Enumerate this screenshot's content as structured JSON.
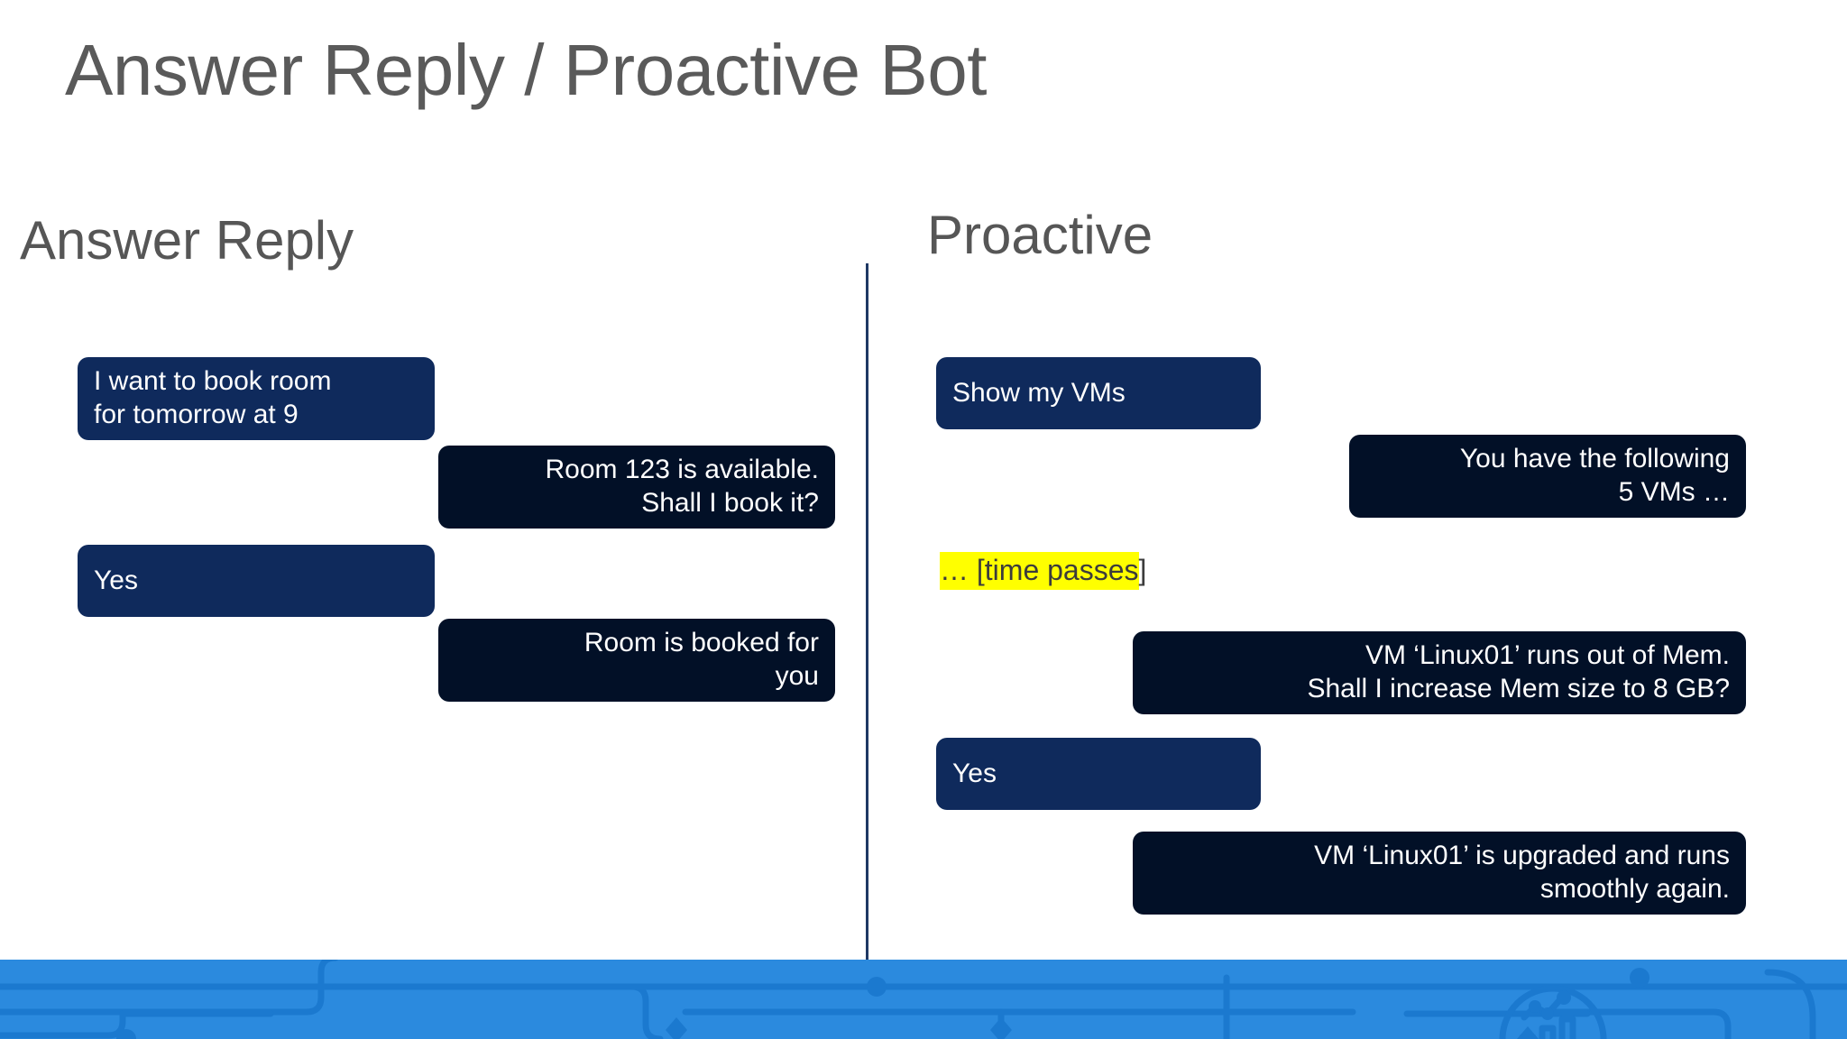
{
  "slide": {
    "title": "Answer Reply / Proactive Bot",
    "background_color": "#ffffff"
  },
  "columns": {
    "left": {
      "heading": "Answer Reply",
      "messages": [
        {
          "role": "user",
          "lines": [
            "I want to book room",
            "for tomorrow at 9"
          ]
        },
        {
          "role": "bot",
          "lines": [
            "Room 123 is available.",
            "Shall I book it?"
          ]
        },
        {
          "role": "user",
          "lines": [
            "Yes"
          ]
        },
        {
          "role": "bot",
          "lines": [
            "Room is booked for",
            "you"
          ]
        }
      ]
    },
    "right": {
      "heading": "Proactive",
      "messages": [
        {
          "role": "user",
          "lines": [
            "Show my VMs"
          ]
        },
        {
          "role": "bot",
          "lines": [
            "You have the following",
            "5 VMs …"
          ]
        },
        {
          "role": "bot",
          "lines": [
            "VM ‘Linux01’ runs out of Mem.",
            "Shall I increase Mem size to 8 GB?"
          ]
        },
        {
          "role": "user",
          "lines": [
            "Yes"
          ]
        },
        {
          "role": "bot",
          "lines": [
            "VM ‘Linux01’ is upgraded and runs",
            "smoothly again."
          ]
        }
      ],
      "time_note": {
        "prefix": "… [time passes",
        "suffix": "]",
        "highlight_color": "#ffff00"
      }
    }
  },
  "colors": {
    "title_text": "#5a5a5a",
    "heading_text": "#565656",
    "user_bubble": "#0f2a5c",
    "bot_bubble": "#021027",
    "bubble_text": "#ffffff",
    "divider": "#1f3864",
    "footer_band": "#2b8ade",
    "footer_trace": "#1b79cf"
  }
}
